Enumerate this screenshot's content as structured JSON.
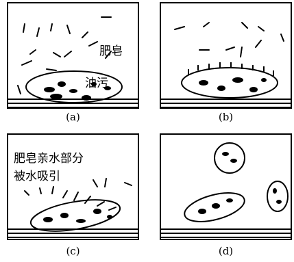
{
  "panels": [
    {
      "label": "(a)",
      "soap_text": "肥皂",
      "grease_text": "油污"
    },
    {
      "label": "(b)"
    },
    {
      "label": "(c)",
      "text_line1": "肥皂亲水部分",
      "text_line2": "被水吸引"
    },
    {
      "label": "(d)"
    }
  ]
}
